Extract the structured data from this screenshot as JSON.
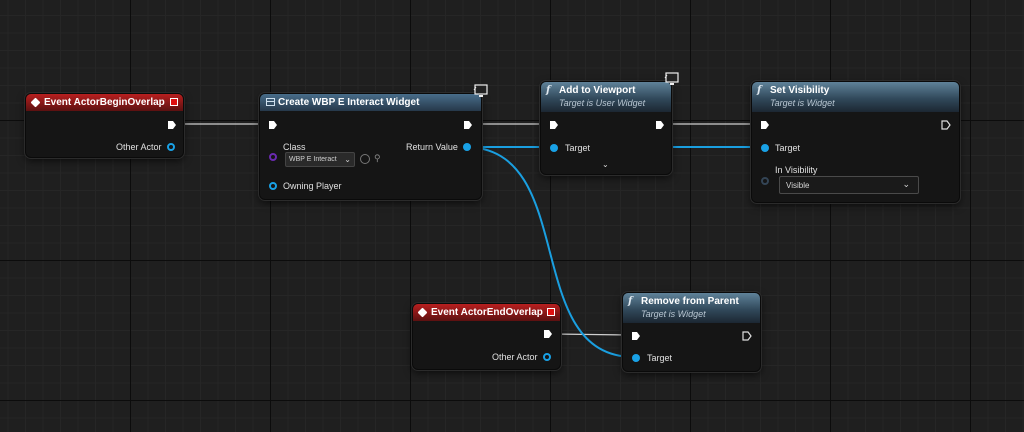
{
  "nodes": {
    "begin_overlap": {
      "title": "Event ActorBeginOverlap",
      "pin_other_actor": "Other Actor"
    },
    "create_widget": {
      "title": "Create WBP E Interact Widget",
      "pin_class": "Class",
      "class_value": "WBP E Interact",
      "pin_return": "Return Value",
      "pin_owning_player": "Owning Player"
    },
    "add_to_viewport": {
      "title": "Add to Viewport",
      "subtitle": "Target is User Widget",
      "pin_target": "Target"
    },
    "set_visibility": {
      "title": "Set Visibility",
      "subtitle": "Target is Widget",
      "pin_target": "Target",
      "pin_in_visibility": "In Visibility",
      "visibility_value": "Visible"
    },
    "end_overlap": {
      "title": "Event ActorEndOverlap",
      "pin_other_actor": "Other Actor"
    },
    "remove_from_parent": {
      "title": "Remove from Parent",
      "subtitle": "Target is Widget",
      "pin_target": "Target"
    }
  },
  "icons": {
    "function": "f",
    "event": "diamond-icon",
    "widget": "widget-icon",
    "monitor": "monitor-icon"
  },
  "colors": {
    "object_pin": "#19a1e6",
    "event_header": "#b81f1f",
    "function_header": "#5f8299",
    "class_pin": "#6a2ab0"
  }
}
